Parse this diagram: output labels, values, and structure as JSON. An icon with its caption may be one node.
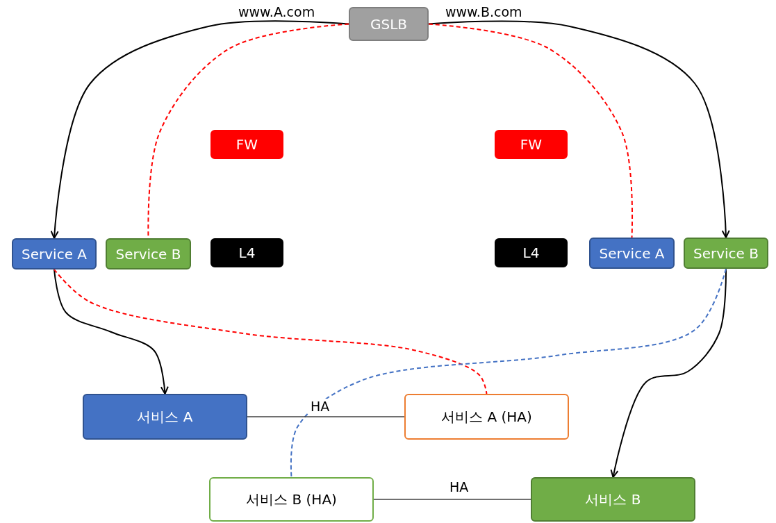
{
  "diagram": {
    "nodes": [
      {
        "text": [
          "GSLB"
        ]
      },
      {
        "text": [
          "FW"
        ]
      },
      {
        "text": [
          "FW"
        ]
      },
      {
        "text": [
          "Service A"
        ]
      },
      {
        "text": [
          "Service B"
        ]
      },
      {
        "text": [
          "L4"
        ]
      },
      {
        "text": [
          "L4"
        ]
      },
      {
        "text": [
          "Service A"
        ]
      },
      {
        "text": [
          "Service B"
        ]
      },
      {
        "text": [
          "서비스 A"
        ]
      },
      {
        "text": [
          "서비스 A (HA)"
        ]
      },
      {
        "text": [
          "서비스 B (HA)"
        ]
      },
      {
        "text": [
          "서비스 B"
        ]
      }
    ],
    "edges": [
      {
        "from": 0,
        "to": 3,
        "arrow": "to",
        "label": "www.A.com"
      },
      {
        "from": 0,
        "to": 8,
        "arrow": "to",
        "label": "www.B.com"
      },
      {
        "from": 0,
        "to": 4,
        "arrow": "none",
        "style": "dashed",
        "color": "#ff0000"
      },
      {
        "from": 0,
        "to": 7,
        "arrow": "none",
        "style": "dashed",
        "color": "#ff0000"
      },
      {
        "from": 3,
        "to": 9,
        "arrow": "to"
      },
      {
        "from": 3,
        "to": 10,
        "arrow": "none",
        "style": "dashed",
        "color": "#ff0000"
      },
      {
        "from": 8,
        "to": 12,
        "arrow": "to"
      },
      {
        "from": 8,
        "to": 11,
        "arrow": "none",
        "style": "dashed",
        "color": "#4472c4"
      },
      {
        "from": 9,
        "to": 10,
        "arrow": "none",
        "label": "HA",
        "color": "#404040"
      },
      {
        "from": 11,
        "to": 12,
        "arrow": "none",
        "label": "HA",
        "color": "#404040"
      }
    ]
  }
}
